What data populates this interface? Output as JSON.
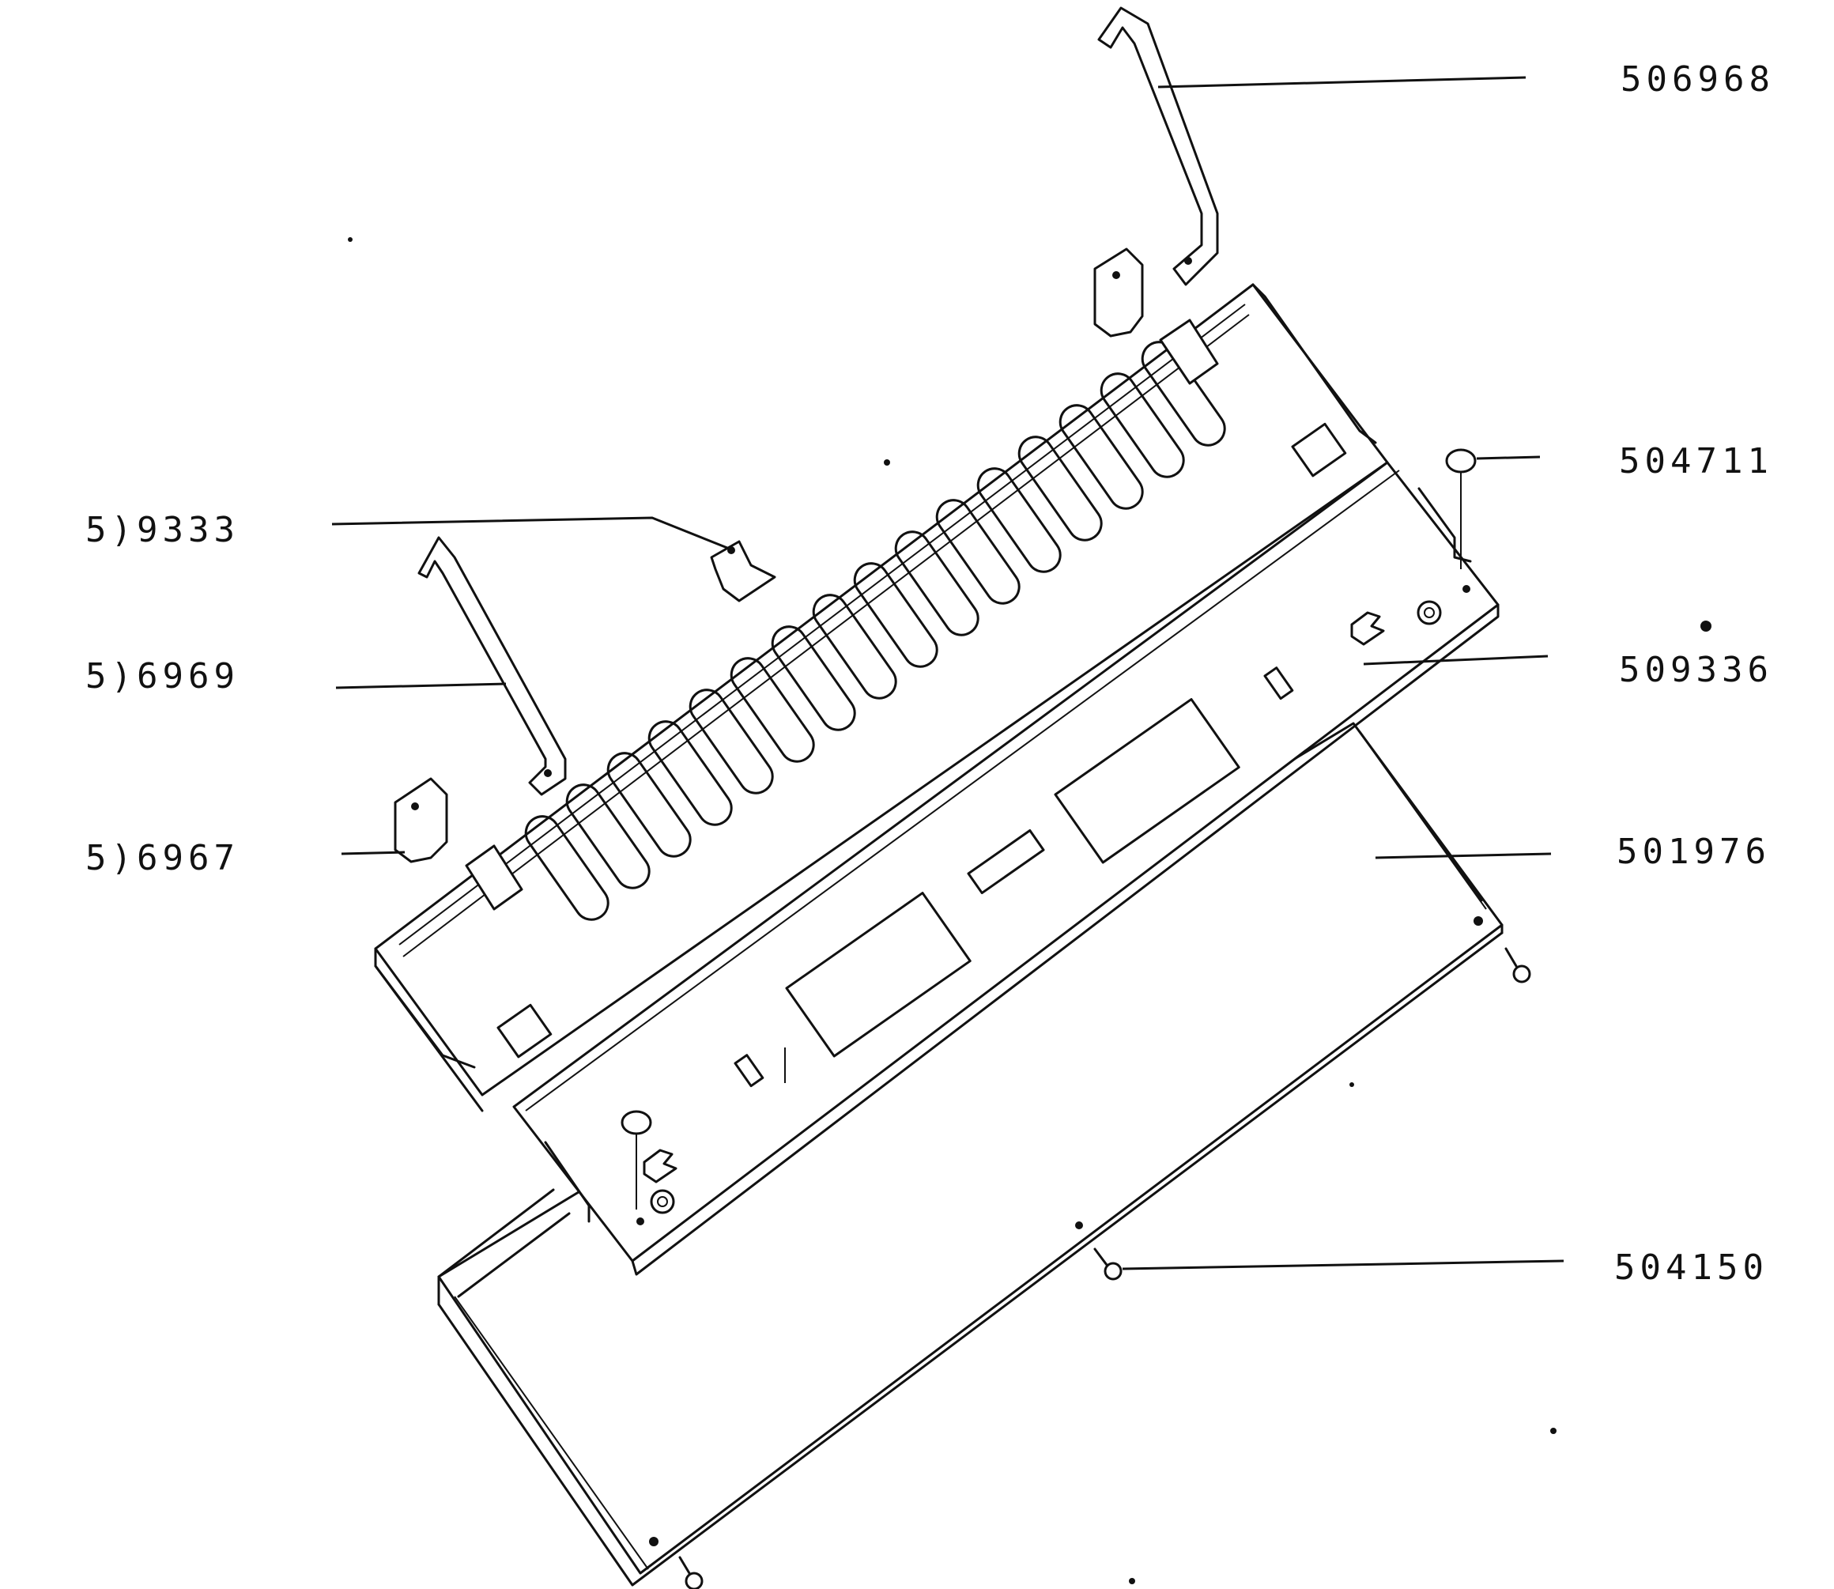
{
  "labels": {
    "p506968": "506968",
    "p504711": "504711",
    "p509333": "5)9333",
    "p506969": "5)6969",
    "p509336": "509336",
    "p506967": "5)6967",
    "p501976": "501976",
    "p504150": "504150"
  }
}
